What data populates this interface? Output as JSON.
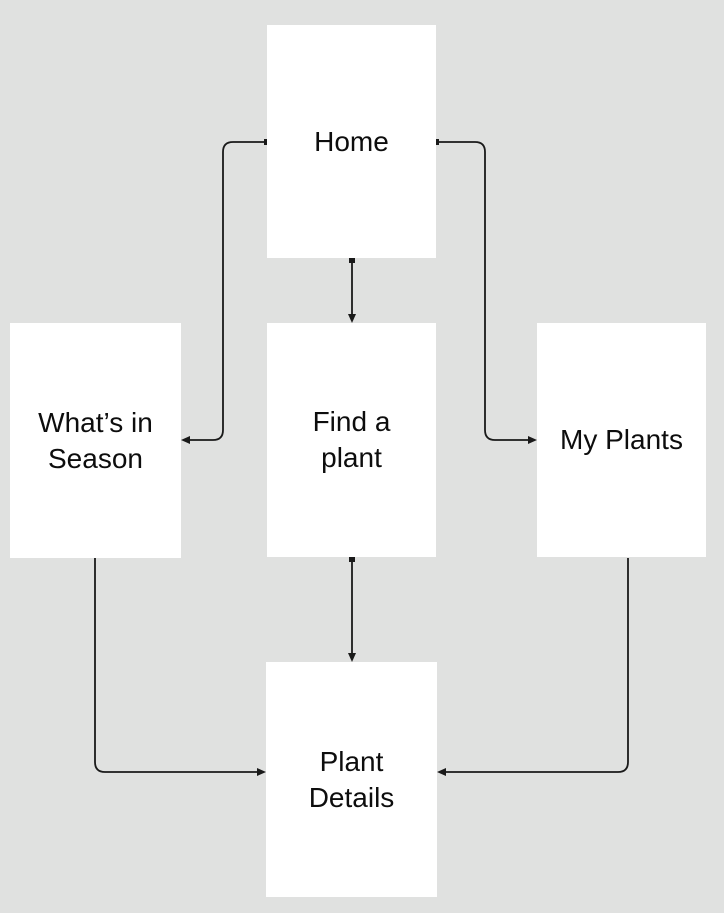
{
  "diagram": {
    "type": "flowchart",
    "colors": {
      "background": "#e0e1e0",
      "node_fill": "#ffffff",
      "line": "#1a1a1a",
      "text": "#0d0d0d"
    },
    "nodes": [
      {
        "id": "home",
        "label": "Home"
      },
      {
        "id": "whats-in-season",
        "label": "What’s in\nSeason"
      },
      {
        "id": "find-a-plant",
        "label": "Find a\nplant"
      },
      {
        "id": "my-plants",
        "label": "My Plants"
      },
      {
        "id": "plant-details",
        "label": "Plant\nDetails"
      }
    ],
    "edges": [
      {
        "from": "home",
        "to": "find-a-plant"
      },
      {
        "from": "home",
        "to": "whats-in-season"
      },
      {
        "from": "home",
        "to": "my-plants"
      },
      {
        "from": "find-a-plant",
        "to": "plant-details"
      },
      {
        "from": "whats-in-season",
        "to": "plant-details"
      },
      {
        "from": "my-plants",
        "to": "plant-details"
      }
    ]
  }
}
